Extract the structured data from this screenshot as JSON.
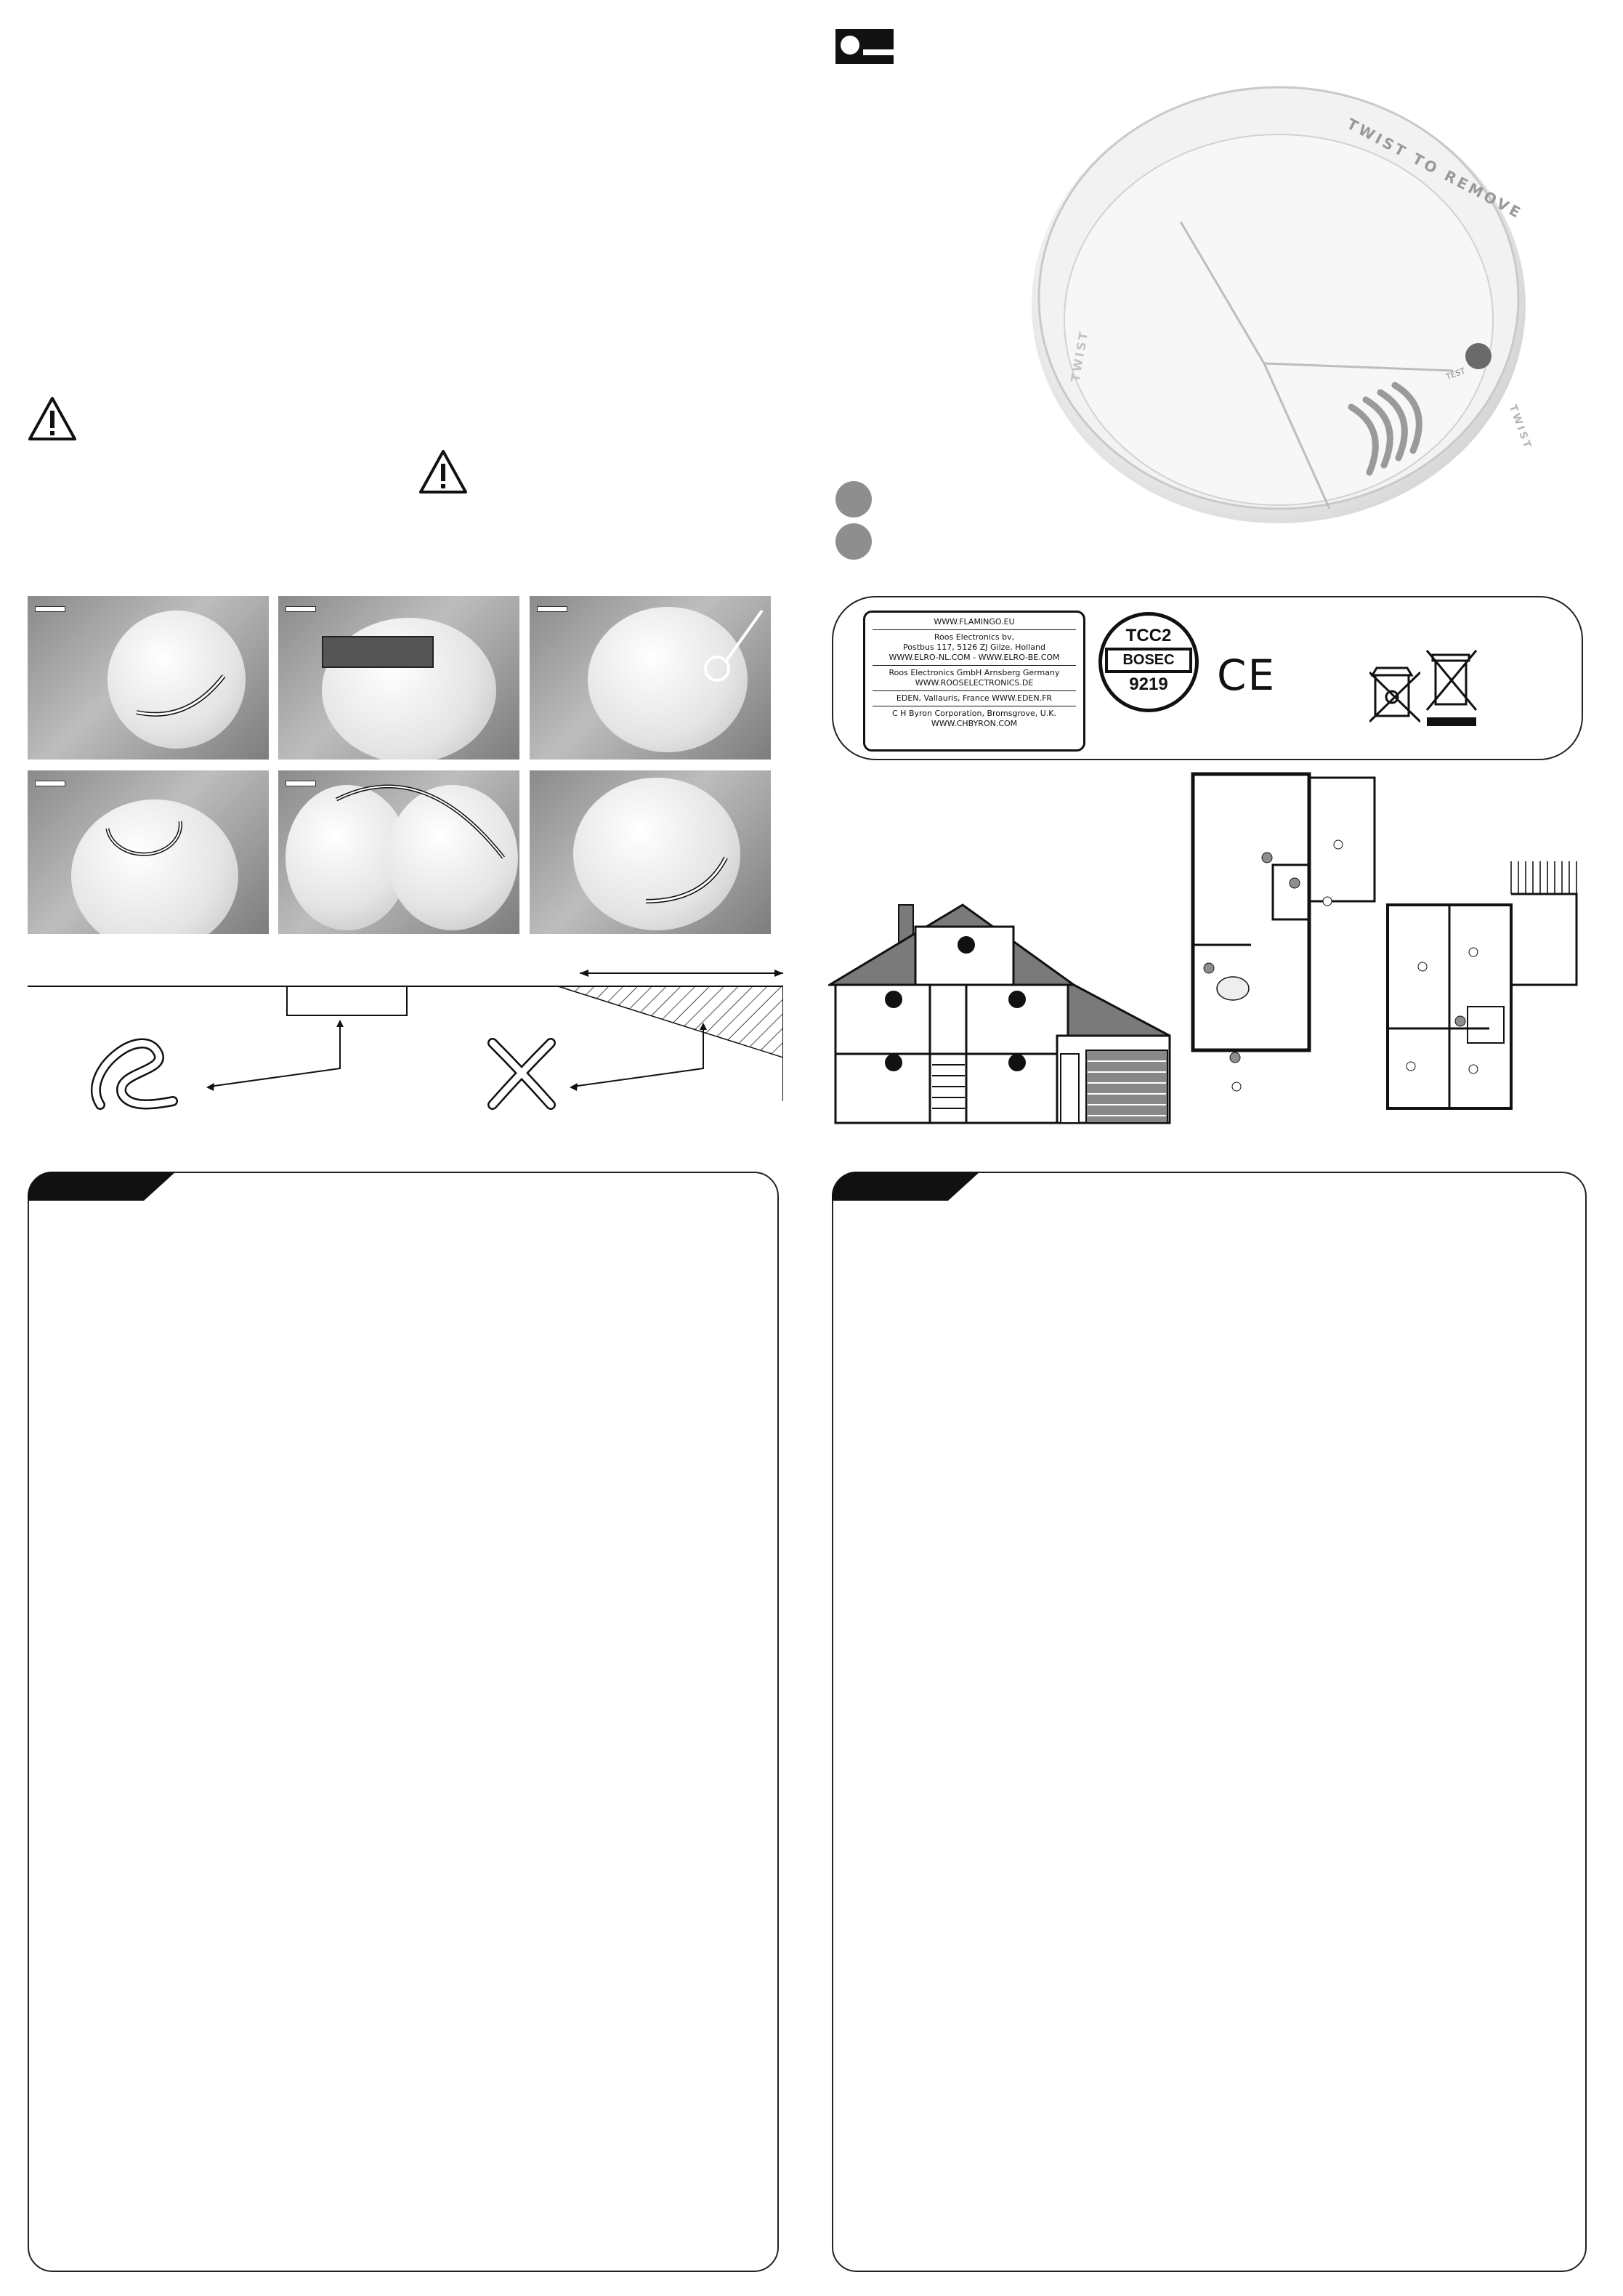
{
  "detector_photo": {
    "rim_text_main": "TWIST TO REMOVE",
    "rim_text_left": "TWIST",
    "rim_text_right": "TWIST",
    "button_text": "TEST"
  },
  "certification_label": {
    "lines_group1": [
      "WWW.FLAMINGO.EU",
      "Roos Electronics bv,",
      "Postbus 117, 5126 ZJ Gilze, Holland",
      "WWW.ELRO-NL.COM - WWW.ELRO-BE.COM"
    ],
    "lines_group2": [
      "Roos Electronics GmbH Arnsberg Germany",
      "WWW.ROOSELECTRONICS.DE"
    ],
    "lines_group3": [
      "EDEN, Vallauris, France  WWW.EDEN.FR"
    ],
    "lines_group4": [
      "C H Byron Corporation, Bromsgrove, U.K.",
      "WWW.CHBYRON.COM"
    ],
    "cert_badge": {
      "top": "TCC2",
      "middle": "BOSEC",
      "bottom": "9219"
    },
    "ce_mark": "CE"
  },
  "colors": {
    "dark": "#111111",
    "gray_dot": "#8e8e8e",
    "house_roof": "#7a7a7a"
  }
}
